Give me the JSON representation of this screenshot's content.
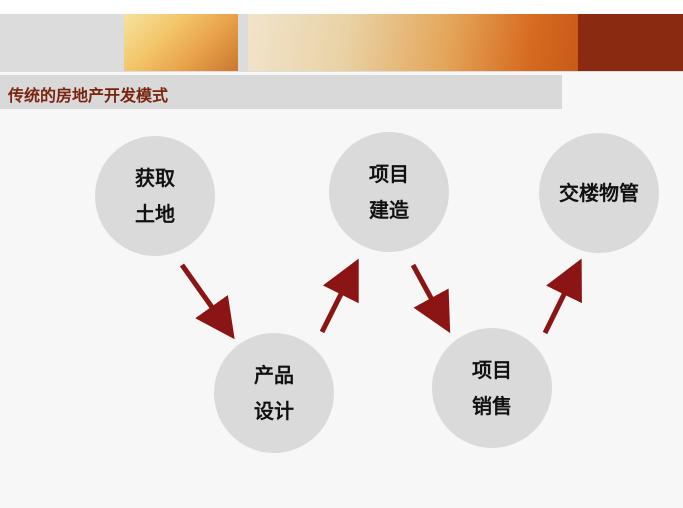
{
  "header": {
    "title": "传统的房地产开发模式"
  },
  "diagram": {
    "nodes": [
      {
        "id": "acquire-land",
        "lines": [
          "获取",
          "土地"
        ]
      },
      {
        "id": "product-design",
        "lines": [
          "产品",
          "设计"
        ]
      },
      {
        "id": "project-construction",
        "lines": [
          "项目",
          "建造"
        ]
      },
      {
        "id": "project-sales",
        "lines": [
          "项目",
          "销售"
        ]
      },
      {
        "id": "property-handover",
        "lines": [
          "交楼物管"
        ]
      }
    ],
    "arrow_color": "#8b1414",
    "node_color": "#dadada"
  }
}
